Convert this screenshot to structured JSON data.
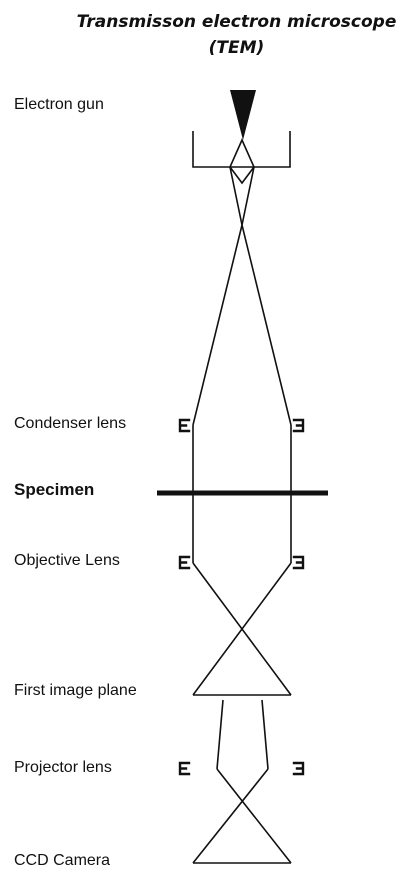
{
  "title": {
    "line1": "Transmisson electron microscope",
    "line2": "(TEM)"
  },
  "labels": {
    "electron_gun": "Electron gun",
    "condenser_lens": "Condenser lens",
    "specimen": "Specimen",
    "objective_lens": "Objective Lens",
    "first_image_plane": "First image plane",
    "projector_lens": "Projector lens",
    "ccd_camera": "CCD Camera"
  }
}
